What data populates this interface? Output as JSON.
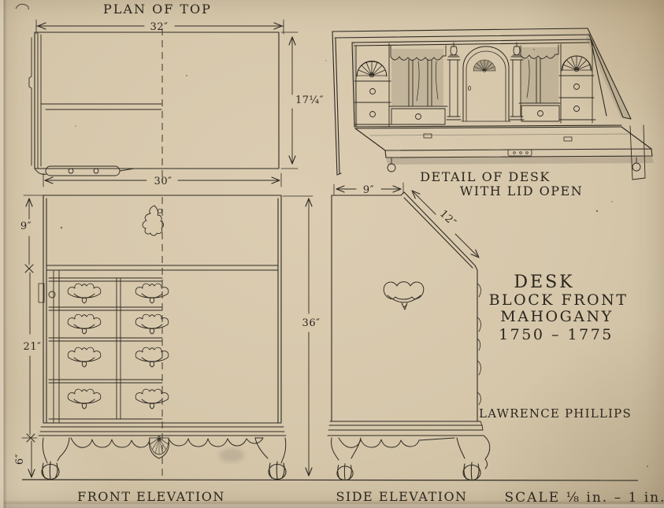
{
  "artwork": {
    "plan": {
      "caption": "PLAN OF TOP",
      "dim_top_width": "32″",
      "dim_depth": "17¼″",
      "dim_case_width": "30″"
    },
    "detail": {
      "caption_line1": "DETAIL OF DESK",
      "caption_line2": "WITH LID OPEN"
    },
    "front": {
      "caption": "FRONT ELEVATION",
      "dim_upper_section": "9″",
      "dim_drawer_section": "21″",
      "dim_leg_section": "6″",
      "dim_total_height": "36″"
    },
    "side": {
      "caption": "SIDE ELEVATION",
      "dim_top_depth": "9″",
      "dim_slant": "12″"
    },
    "titleblock": {
      "object": "DESK",
      "style": "BLOCK FRONT",
      "material": "MAHOGANY",
      "period": "1750 – 1775",
      "artist": "LAWRENCE PHILLIPS",
      "scale_note": "SCALE ⅛ in. – 1 in."
    },
    "colors": {
      "paper": "#d6c7ab",
      "ink": "#2e2921",
      "wash": "#8d8270"
    }
  }
}
